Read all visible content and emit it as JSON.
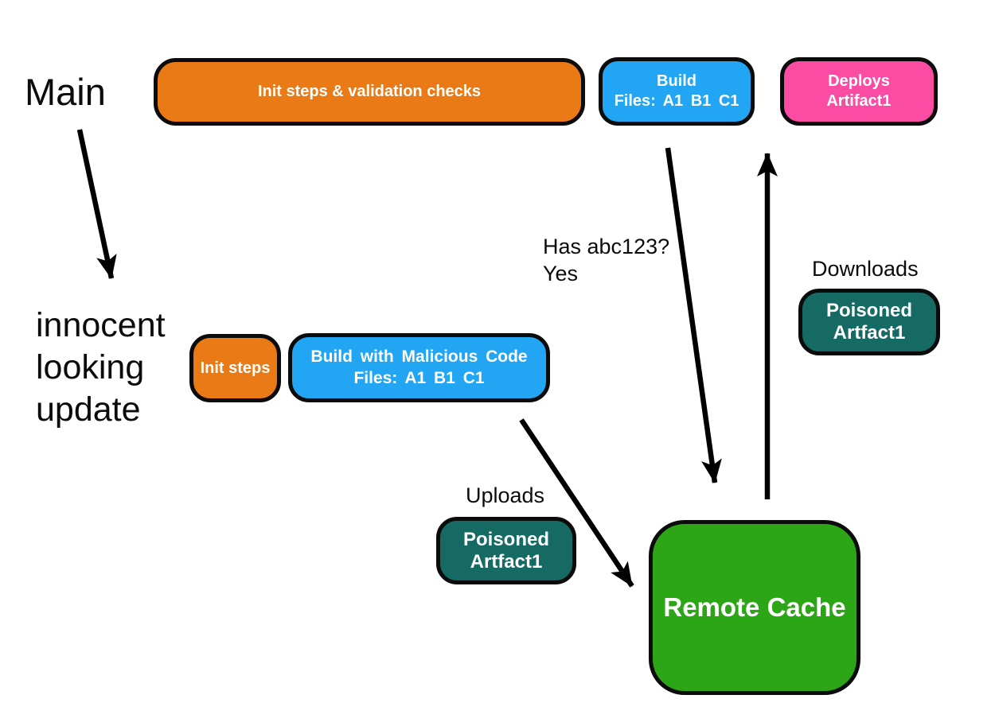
{
  "labels": {
    "main_branch": "Main",
    "update_line1": "innocent",
    "update_line2": "looking",
    "update_line3": "update"
  },
  "main_row": {
    "init_label": "Init steps & validation checks",
    "build_line1": "Build",
    "build_line2": "Files: A1 B1 C1",
    "deploy_line1": "Deploys",
    "deploy_line2": "Artifact1"
  },
  "update_row": {
    "init_label": "Init steps",
    "build_line1": "Build with Malicious Code",
    "build_line2": "Files: A1 B1 C1"
  },
  "annotations": {
    "has_hash_question": "Has abc123?",
    "has_hash_answer": "Yes",
    "downloads": "Downloads",
    "uploads": "Uploads"
  },
  "artifacts": {
    "download_line1": "Poisoned",
    "download_line2": "Artfact1",
    "upload_line1": "Poisoned",
    "upload_line2": "Artfact1"
  },
  "cache": {
    "label": "Remote Cache"
  },
  "colors": {
    "orange": "#EA7A15",
    "blue": "#22A5F2",
    "pink": "#FA4CA3",
    "teal": "#156B64",
    "green": "#2CA616",
    "arrow": "#000000",
    "border": "#0b0b0b"
  }
}
